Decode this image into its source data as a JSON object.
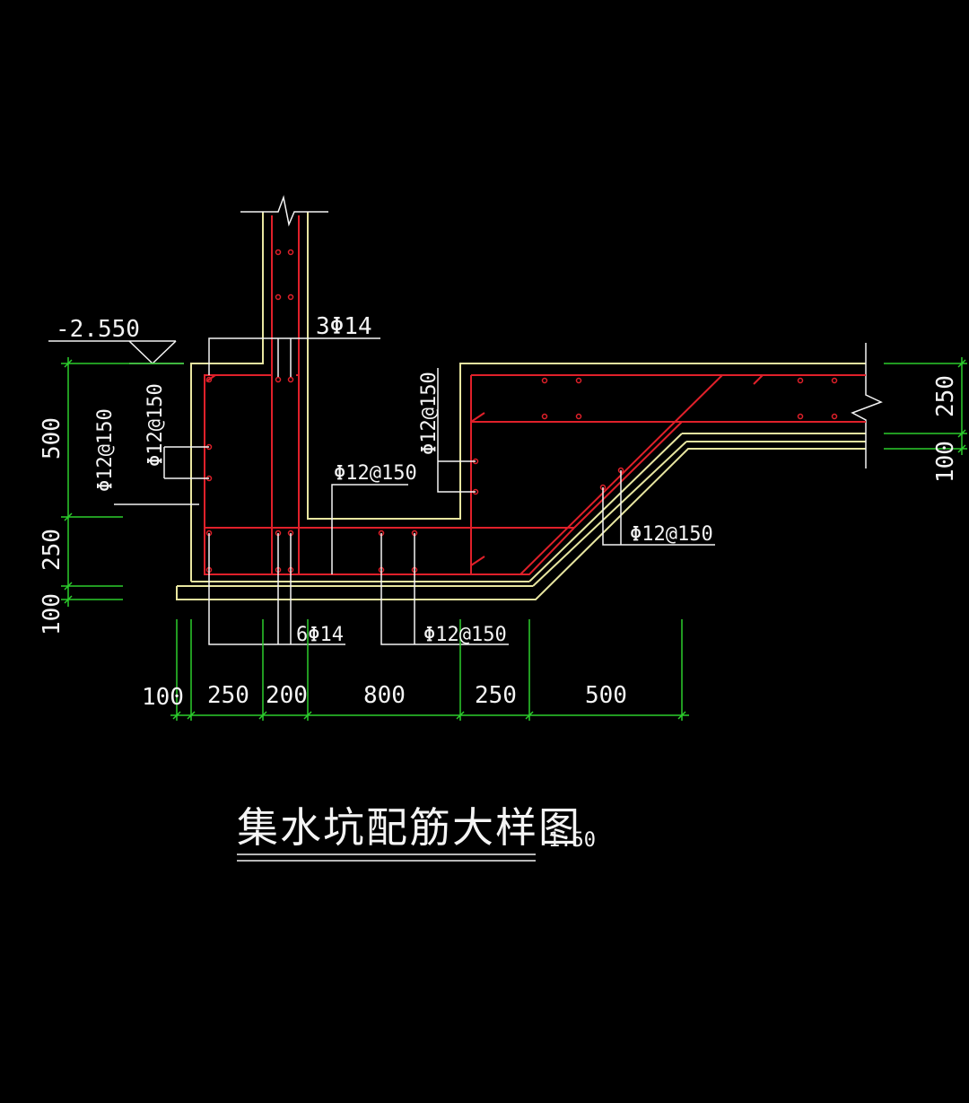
{
  "drawing": {
    "title": "集水坑配筋大样图",
    "scale": "1:50",
    "elevation": "-2.550",
    "labels": {
      "top_bar": "3Φ14",
      "wall_left_outer": "Φ12@150",
      "wall_left_inner": "Φ12@150",
      "pit_bottom": "Φ12@150",
      "wall_right": "Φ12@150",
      "slope": "Φ12@150",
      "bottom_bar": "6Φ14",
      "bottom_dist": "Φ12@150"
    },
    "dims_horizontal": [
      "100",
      "250",
      "200",
      "800",
      "250",
      "500"
    ],
    "dims_left": [
      "500",
      "250",
      "100"
    ],
    "dims_right": [
      "250",
      "100"
    ]
  },
  "colors": {
    "background": "#000000",
    "concrete": "#e8e6a0",
    "rebar": "#e0202a",
    "leader": "#f4f4f4",
    "dimension": "#2ccd2c"
  }
}
